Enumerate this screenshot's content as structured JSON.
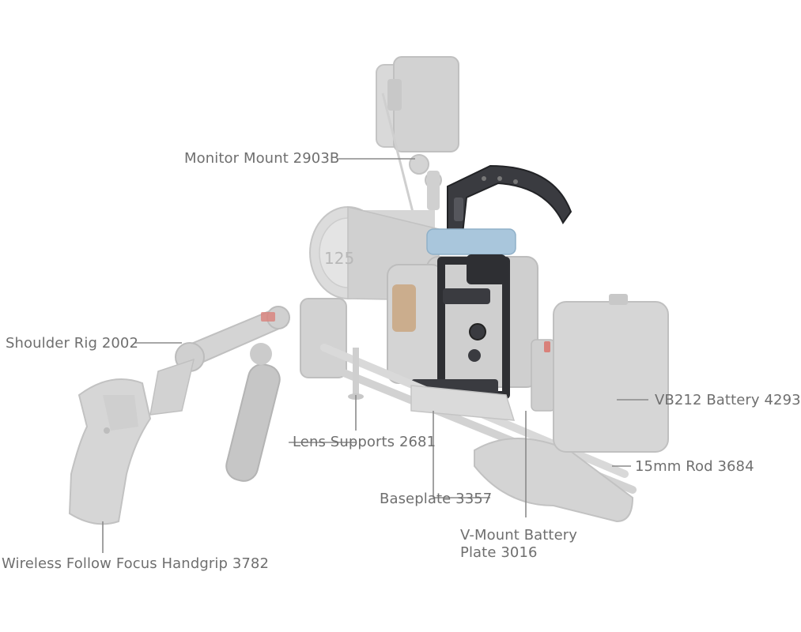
{
  "labels": {
    "monitor_mount": "Monitor Mount 2903B",
    "shoulder_rig": "Shoulder Rig 2002",
    "lens_supports": "Lens Supports 2681",
    "baseplate": "Baseplate 3357",
    "vmount_plate_line1": "V-Mount Battery",
    "vmount_plate_line2": "Plate 3016",
    "battery": "VB212 Battery 4293",
    "rod": "15mm Rod 3684",
    "handgrip": "Wireless Follow Focus Handgrip 3782"
  },
  "lens_marking": "125",
  "colors": {
    "label_text": "#6f6f6f",
    "leader_line": "#8a8a8a",
    "ghost_part": "#d2d2d2",
    "ghost_part_dark": "#bcbcbc",
    "cage_metal": "#2e2f33",
    "accent_blue": "#a9c6dc",
    "accent_orange": "#c8a27a",
    "accent_red": "#d9817a"
  }
}
